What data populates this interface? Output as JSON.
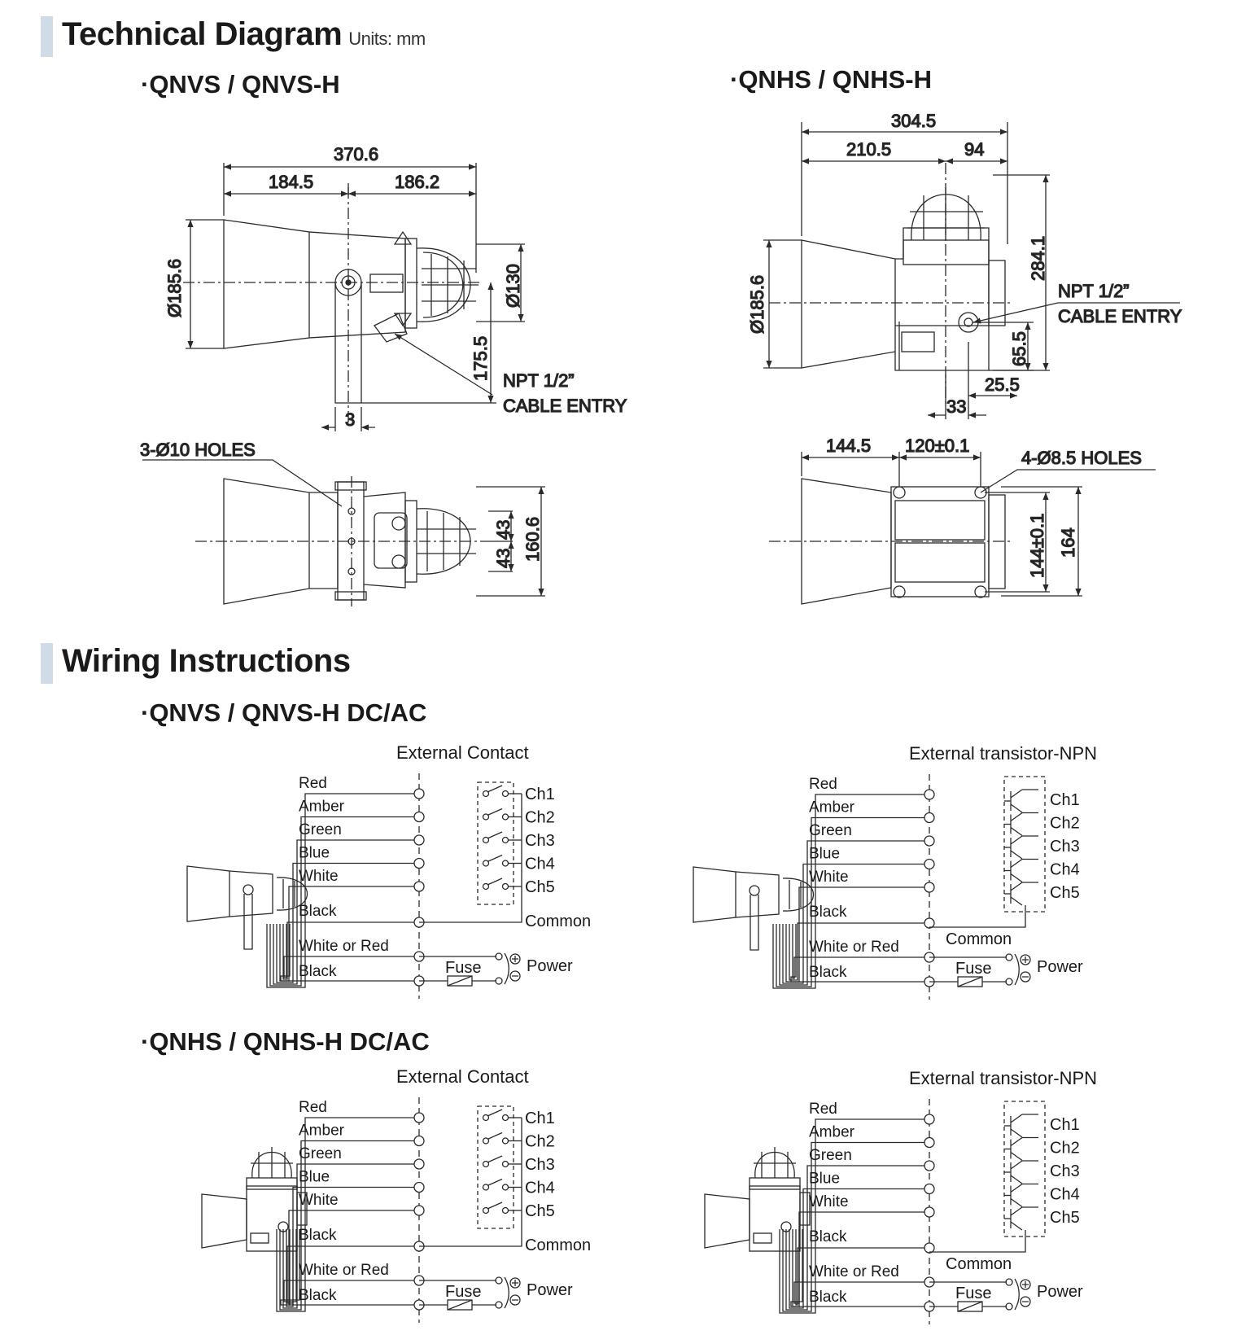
{
  "tech": {
    "title": "Technical Diagram",
    "units": "Units: mm",
    "qnvs_title": "·QNVS / QNVS-H",
    "qnhs_title": "·QNHS / QNHS-H",
    "qnvs": {
      "overall": "370.6",
      "left": "184.5",
      "right": "186.2",
      "dia": "Ø185.6",
      "dia2": "Ø130",
      "height": "175.5",
      "pole": "3",
      "npt1": "NPT 1/2”",
      "npt2": "CABLE ENTRY",
      "holes": "3-Ø10 HOLES",
      "h43a": "43",
      "h43b": "43",
      "h160": "160.6"
    },
    "qnhs": {
      "overall": "304.5",
      "left": "210.5",
      "right": "94",
      "height": "284.1",
      "dia": "Ø185.6",
      "npt1": "NPT 1/2”",
      "npt2": "CABLE ENTRY",
      "d655": "65.5",
      "d255": "25.5",
      "d33": "33",
      "d1445": "144.5",
      "d120": "120±0.1",
      "holes": "4-Ø8.5 HOLES",
      "d144": "144±0.1",
      "d164": "164"
    }
  },
  "wiring": {
    "title": "Wiring Instructions",
    "qnvs_title": "·QNVS / QNVS-H  DC/AC",
    "qnhs_title": "·QNHS / QNHS-H  DC/AC",
    "ext_contact": "External Contact",
    "ext_npn": "External transistor-NPN",
    "wires": [
      "Red",
      "Amber",
      "Green",
      "Blue",
      "White"
    ],
    "channels": [
      "Ch1",
      "Ch2",
      "Ch3",
      "Ch4",
      "Ch5"
    ],
    "black": "Black",
    "white_or_red": "White or Red",
    "common": "Common",
    "fuse": "Fuse",
    "power": "Power",
    "plus": "+",
    "minus": "−"
  }
}
